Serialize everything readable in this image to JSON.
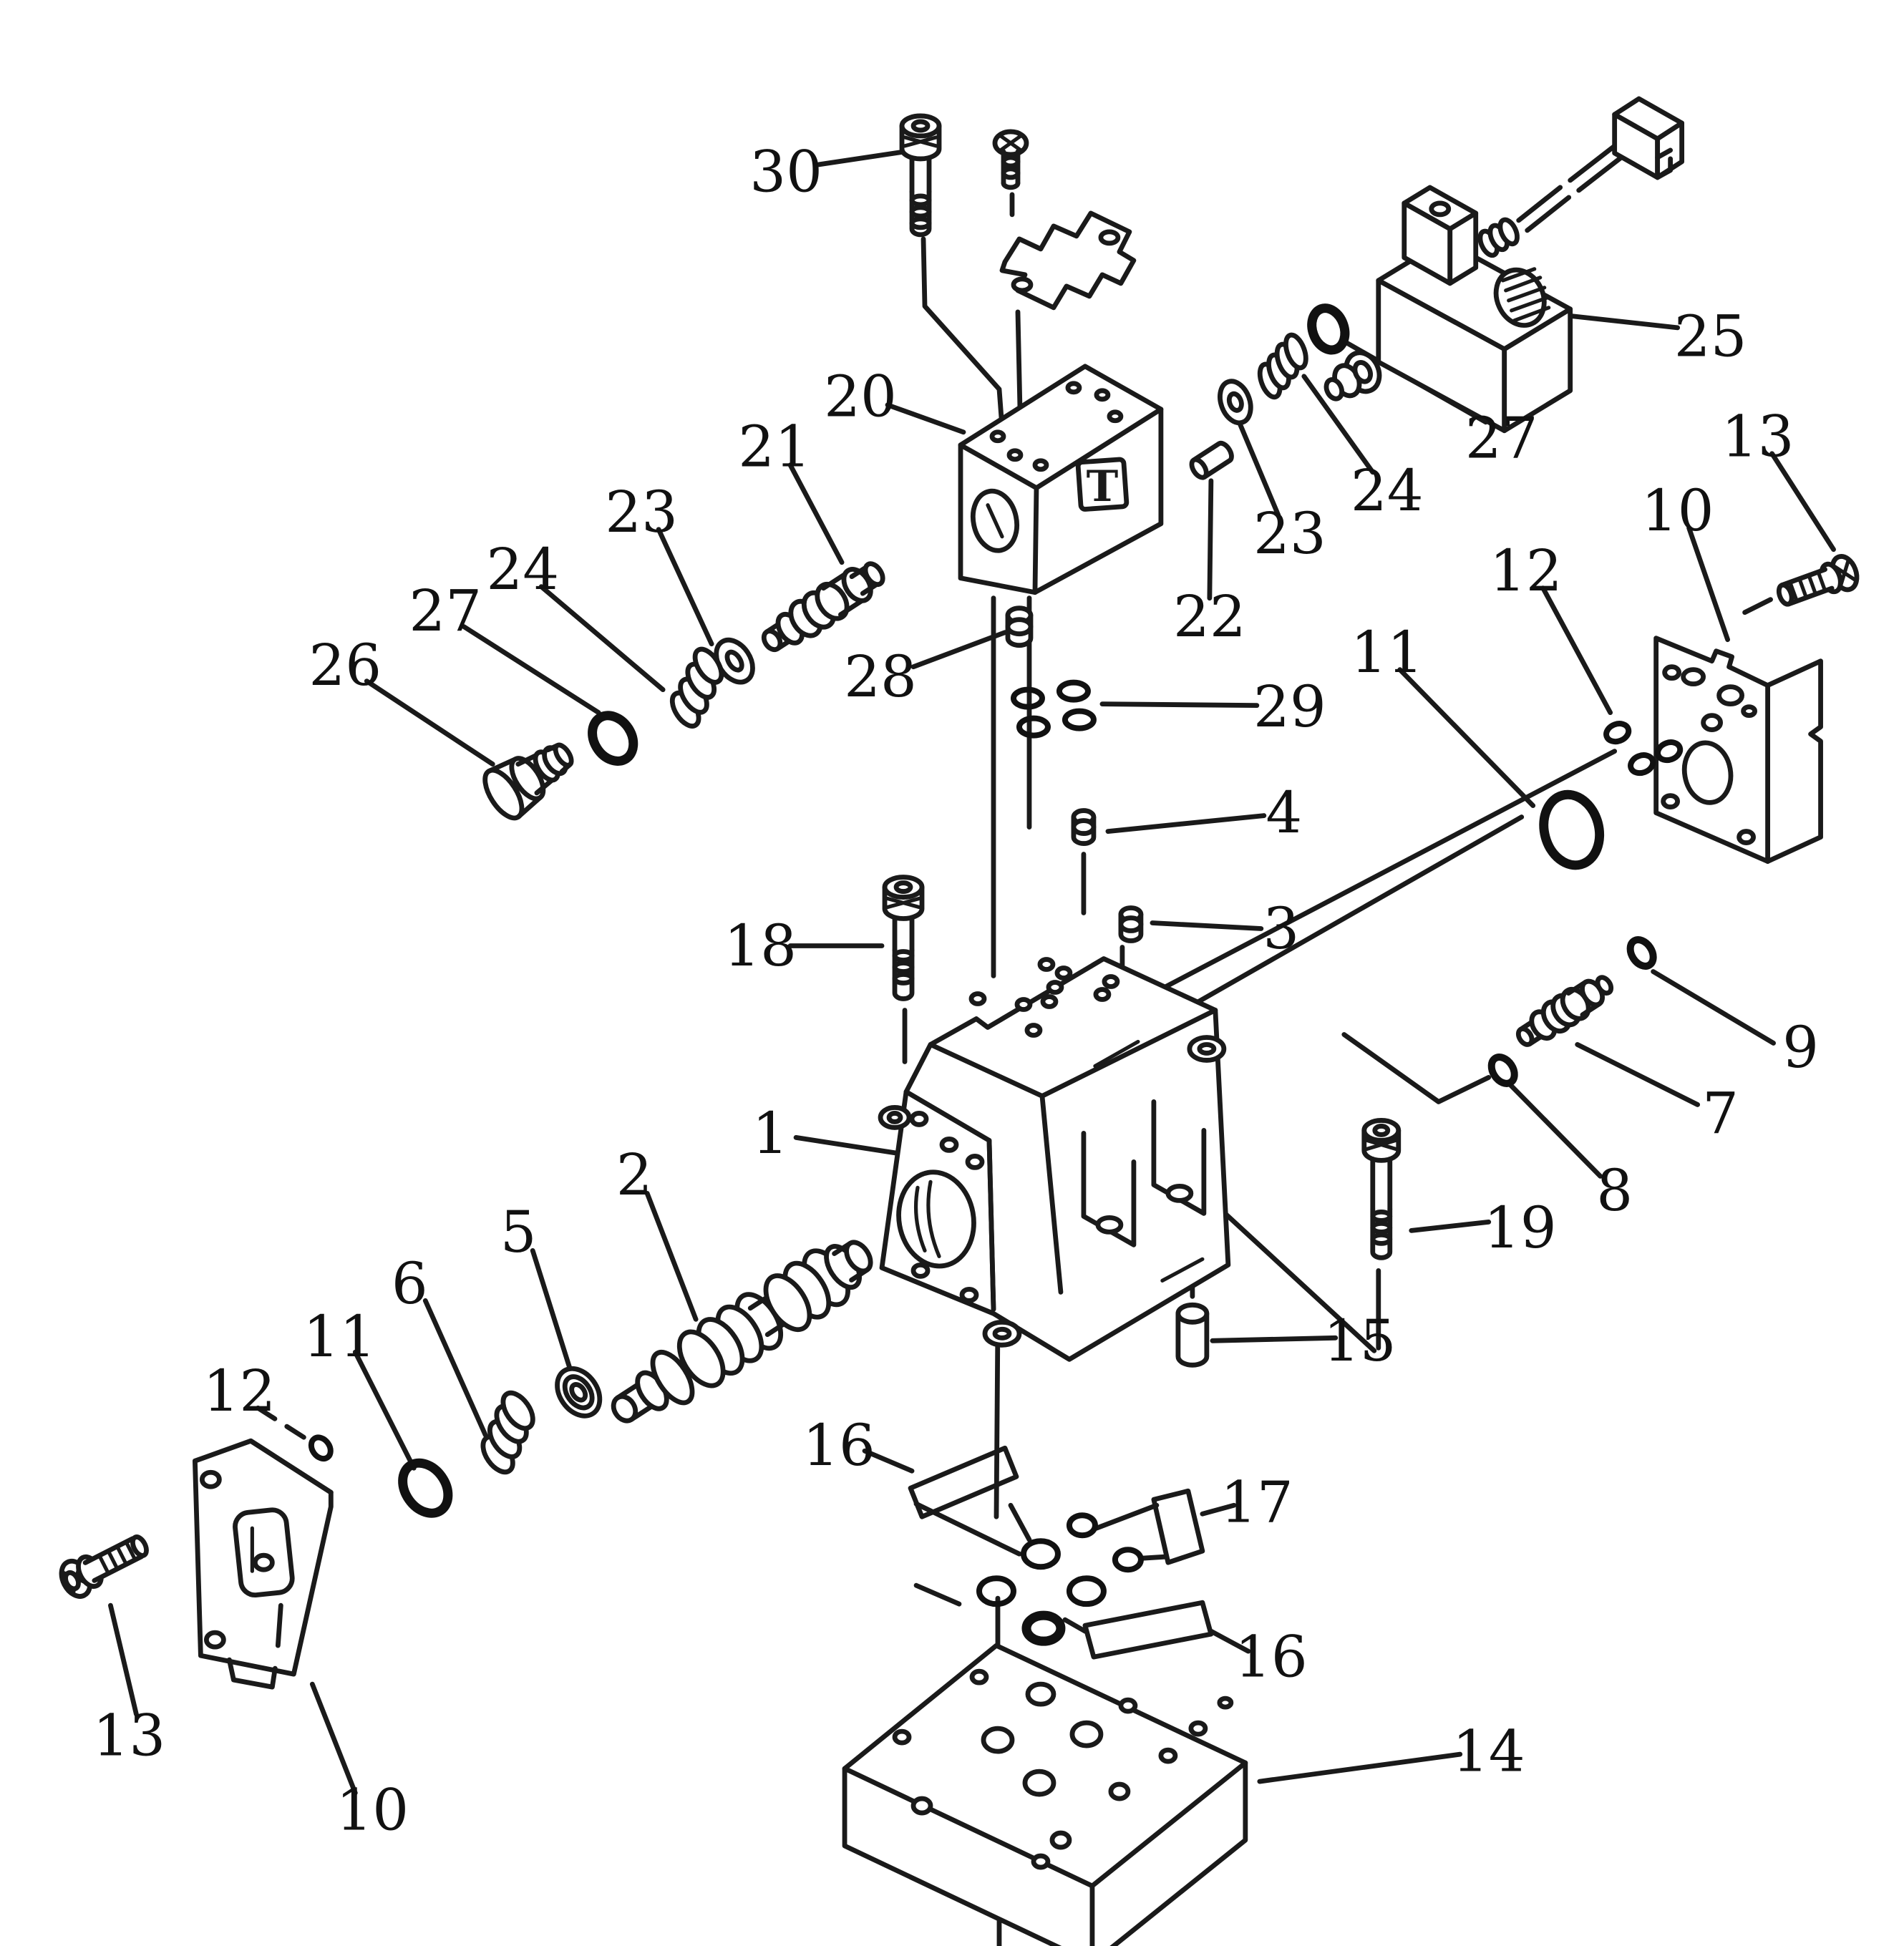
{
  "diagram": {
    "type": "exploded-parts-diagram",
    "subject": "hydraulic-solenoid-valve-assembly",
    "background_color": "#ffffff",
    "line_color": "#1a1a1a",
    "t_marking": "T",
    "callouts": [
      {
        "text": "30",
        "part": "socket-head-bolt"
      },
      {
        "text": "20",
        "part": "valve-block"
      },
      {
        "text": "21",
        "part": "spool"
      },
      {
        "text": "23",
        "part": "washer"
      },
      {
        "text": "24",
        "part": "spring"
      },
      {
        "text": "27",
        "part": "o-ring"
      },
      {
        "text": "26",
        "part": "plug"
      },
      {
        "text": "28",
        "part": "plug"
      },
      {
        "text": "18",
        "part": "socket-head-bolt"
      },
      {
        "text": "25",
        "part": "solenoid-valve"
      },
      {
        "text": "27",
        "part": "o-ring"
      },
      {
        "text": "24",
        "part": "spring"
      },
      {
        "text": "23",
        "part": "washer"
      },
      {
        "text": "22",
        "part": "pin"
      },
      {
        "text": "13",
        "part": "bolt"
      },
      {
        "text": "10",
        "part": "cover"
      },
      {
        "text": "12",
        "part": "o-ring"
      },
      {
        "text": "11",
        "part": "o-ring"
      },
      {
        "text": "29",
        "part": "o-ring-set"
      },
      {
        "text": "4",
        "part": "plug"
      },
      {
        "text": "3",
        "part": "plug"
      },
      {
        "text": "9",
        "part": "o-ring"
      },
      {
        "text": "7",
        "part": "valve"
      },
      {
        "text": "8",
        "part": "o-ring"
      },
      {
        "text": "19",
        "part": "bolt"
      },
      {
        "text": "15",
        "part": "pin"
      },
      {
        "text": "1",
        "part": "valve-body"
      },
      {
        "text": "2",
        "part": "spool-assembly"
      },
      {
        "text": "5",
        "part": "seat"
      },
      {
        "text": "6",
        "part": "spring"
      },
      {
        "text": "11",
        "part": "o-ring"
      },
      {
        "text": "12",
        "part": "o-ring"
      },
      {
        "text": "16",
        "part": "o-ring-set"
      },
      {
        "text": "17",
        "part": "o-ring-set"
      },
      {
        "text": "16",
        "part": "o-ring-set"
      },
      {
        "text": "13",
        "part": "bolt"
      },
      {
        "text": "10",
        "part": "cover"
      },
      {
        "text": "14",
        "part": "base-plate"
      }
    ]
  }
}
